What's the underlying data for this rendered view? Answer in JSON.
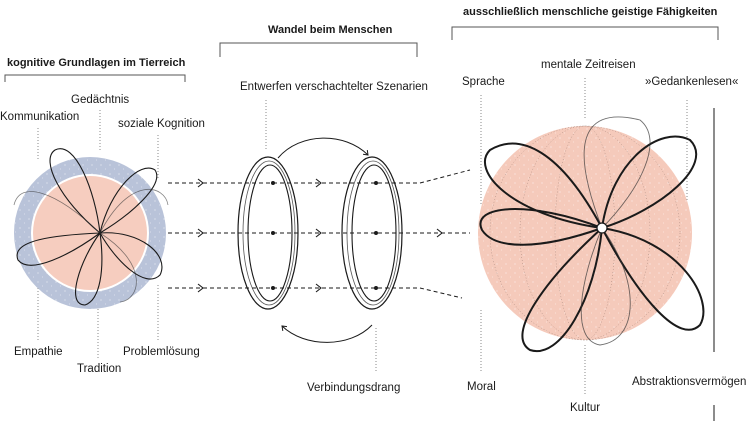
{
  "left": {
    "header": "kognitive Grundlagen im Tierreich",
    "labels": {
      "kommunikation": "Kommunikation",
      "gedaechtnis": "Gedächtnis",
      "soziale_kognition": "soziale Kognition",
      "empathie": "Empathie",
      "tradition": "Tradition",
      "problemloesung": "Problemlösung"
    }
  },
  "middle": {
    "header": "Wandel beim Menschen",
    "labels": {
      "szenarien": "Entwerfen verschachtelter Szenarien",
      "verbindungsdrang": "Verbindungsdrang"
    }
  },
  "right": {
    "header": "ausschließlich menschliche geistige Fähigkeiten",
    "labels": {
      "sprache": "Sprache",
      "zeitreisen": "mentale Zeitreisen",
      "gedankenlesen": "»Gedankenlesen«",
      "moral": "Moral",
      "kultur": "Kultur",
      "abstraktion": "Abstraktionsvermögen"
    }
  },
  "colors": {
    "ring_blue": "#b9c3d9",
    "core_peach": "#f6cdbf",
    "big_peach": "#f5cabb",
    "line": "#1a1a1a",
    "guide": "#888888"
  }
}
